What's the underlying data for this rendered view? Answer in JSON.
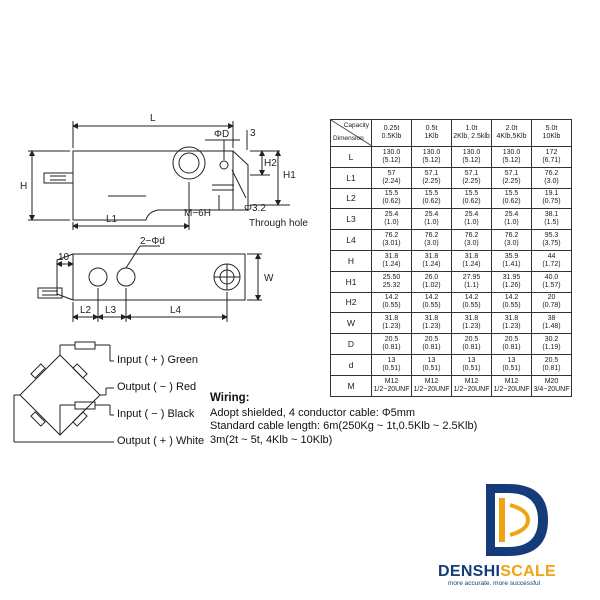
{
  "drawing": {
    "top_view_labels": {
      "L": "L",
      "H": "H",
      "D": "ΦD",
      "dim3": "3",
      "H2": "H2",
      "H1": "H1",
      "L1": "L1",
      "M": "M−6H",
      "phi32": "Φ3.2",
      "through": "Through hole"
    },
    "bottom_view_labels": {
      "d": "2−Φd",
      "ten": "10",
      "W": "W",
      "L2": "L2",
      "L3": "L3",
      "L4": "L4"
    }
  },
  "wiring_diagram": {
    "wires": [
      "Input ( + ) Green",
      "Output ( − ) Red",
      "Input ( − ) Black",
      "Output ( + ) White"
    ]
  },
  "wiring": {
    "title": "Wiring:",
    "lines": [
      "Adopt shielded, 4 conductor cable:  Φ5mm",
      "Standard cable length: 6m(250Kg ~ 1t,0.5Klb ~ 2.5Klb)",
      "3m(2t ~ 5t,  4Klb ~ 10Klb)"
    ]
  },
  "table": {
    "corner_capacity": "Capacity",
    "corner_dimension": "Dimension",
    "columns": [
      [
        "0.25t",
        "0.5Klb"
      ],
      [
        "0.5t",
        "1Klb"
      ],
      [
        "1.0t",
        "2Klb, 2.5klb"
      ],
      [
        "2.0t",
        "4Klb,5Klb"
      ],
      [
        "5.0t",
        "10Klb"
      ]
    ],
    "rows": [
      {
        "label": "L",
        "cells": [
          [
            "130.0",
            "(5.12)"
          ],
          [
            "130.0",
            "(5.12)"
          ],
          [
            "130.0",
            "(5.12)"
          ],
          [
            "130.0",
            "(5.12)"
          ],
          [
            "172",
            "(6.71)"
          ]
        ]
      },
      {
        "label": "L1",
        "cells": [
          [
            "57",
            "(2.24)"
          ],
          [
            "57.1",
            "(2.25)"
          ],
          [
            "57.1",
            "(2.25)"
          ],
          [
            "57.1",
            "(2.25)"
          ],
          [
            "76.2",
            "(3.0)"
          ]
        ]
      },
      {
        "label": "L2",
        "cells": [
          [
            "15.5",
            "(0.62)"
          ],
          [
            "15.5",
            "(0.62)"
          ],
          [
            "15.5",
            "(0.62)"
          ],
          [
            "15.5",
            "(0.62)"
          ],
          [
            "19.1",
            "(0.75)"
          ]
        ]
      },
      {
        "label": "L3",
        "cells": [
          [
            "25.4",
            "(1.0)"
          ],
          [
            "25.4",
            "(1.0)"
          ],
          [
            "25.4",
            "(1.0)"
          ],
          [
            "25.4",
            "(1.0)"
          ],
          [
            "38.1",
            "(1.5)"
          ]
        ]
      },
      {
        "label": "L4",
        "cells": [
          [
            "76.2",
            "(3.01)"
          ],
          [
            "76.2",
            "(3.0)"
          ],
          [
            "76.2",
            "(3.0)"
          ],
          [
            "76.2",
            "(3.0)"
          ],
          [
            "95.3",
            "(3.75)"
          ]
        ]
      },
      {
        "label": "H",
        "cells": [
          [
            "31.8",
            "(1.24)"
          ],
          [
            "31.8",
            "(1.24)"
          ],
          [
            "31.8",
            "(1.24)"
          ],
          [
            "35.9",
            "(1.41)"
          ],
          [
            "44",
            "(1.72)"
          ]
        ]
      },
      {
        "label": "H1",
        "cells": [
          [
            "25.50",
            "25.32"
          ],
          [
            "26.0",
            "(1.02)"
          ],
          [
            "27.95",
            "(1.1)"
          ],
          [
            "31.95",
            "(1.26)"
          ],
          [
            "40.0",
            "(1.57)"
          ]
        ]
      },
      {
        "label": "H2",
        "cells": [
          [
            "14.2",
            "(0.55)"
          ],
          [
            "14.2",
            "(0.55)"
          ],
          [
            "14.2",
            "(0.55)"
          ],
          [
            "14.2",
            "(0.55)"
          ],
          [
            "20",
            "(0.78)"
          ]
        ]
      },
      {
        "label": "W",
        "cells": [
          [
            "31.8",
            "(1.23)"
          ],
          [
            "31.8",
            "(1.23)"
          ],
          [
            "31.8",
            "(1.23)"
          ],
          [
            "31.8",
            "(1.23)"
          ],
          [
            "38",
            "(1.48)"
          ]
        ]
      },
      {
        "label": "D",
        "cells": [
          [
            "20.5",
            "(0.81)"
          ],
          [
            "20.5",
            "(0.81)"
          ],
          [
            "20.5",
            "(0.81)"
          ],
          [
            "20.5",
            "(0.81)"
          ],
          [
            "30.2",
            "(1.19)"
          ]
        ]
      },
      {
        "label": "d",
        "cells": [
          [
            "13",
            "(0.51)"
          ],
          [
            "13",
            "(0.51)"
          ],
          [
            "13",
            "(0.51)"
          ],
          [
            "13",
            "(0.51)"
          ],
          [
            "20.5",
            "(0.81)"
          ]
        ]
      },
      {
        "label": "M",
        "cells": [
          [
            "M12",
            "1/2−20UNF"
          ],
          [
            "M12",
            "1/2−20UNF"
          ],
          [
            "M12",
            "1/2−20UNF"
          ],
          [
            "M12",
            "1/2−20UNF"
          ],
          [
            "M20",
            "3/4−20UNF"
          ]
        ]
      }
    ]
  },
  "brand": {
    "name_part1": "DENSHI",
    "name_part2": "SCALE",
    "tagline": "more accurate. more successful",
    "colors": {
      "navy": "#163b7a",
      "orange": "#f0a313"
    }
  }
}
